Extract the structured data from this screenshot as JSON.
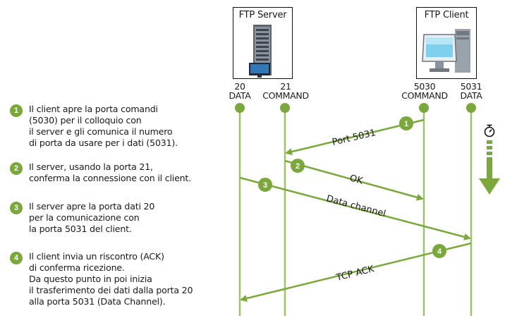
{
  "colors": {
    "accent": "#7aa83b",
    "line": "#9dc469",
    "arrow": "#7aa83b"
  },
  "server": {
    "title": "FTP Server",
    "ports": [
      {
        "number": "20",
        "name": "DATA"
      },
      {
        "number": "21",
        "name": "COMMAND"
      }
    ]
  },
  "client": {
    "title": "FTP Client",
    "ports": [
      {
        "number": "5030",
        "name": "COMMAND"
      },
      {
        "number": "5031",
        "name": "DATA"
      }
    ]
  },
  "steps": [
    {
      "num": "1",
      "text": "Il client apre la porta comandi\n(5030) per il colloquio con\nil server e gli comunica il numero\ndi porta da usare per i dati (5031)."
    },
    {
      "num": "2",
      "text": "Il server, usando la porta 21,\nconferma la connessione con il client."
    },
    {
      "num": "3",
      "text": "Il server apre la porta dati 20\nper la comunicazione con\nla porta 5031 del client."
    },
    {
      "num": "4",
      "text": "Il client invia un riscontro (ACK)\ndi conferma ricezione.\nDa questo punto in poi inizia\nil trasferimento dei dati dalla porta 20\nalla porta 5031 (Data Channel)."
    }
  ],
  "messages": [
    {
      "num": "1",
      "label": "Port 5031"
    },
    {
      "num": "2",
      "label": "OK"
    },
    {
      "num": "3",
      "label": "Data channel"
    },
    {
      "num": "4",
      "label": "TCP ACK"
    }
  ],
  "icons": {
    "timer": "stopwatch-icon",
    "time_direction": "down-arrow-icon",
    "server": "server-rack-icon",
    "client": "desktop-computer-icon"
  }
}
